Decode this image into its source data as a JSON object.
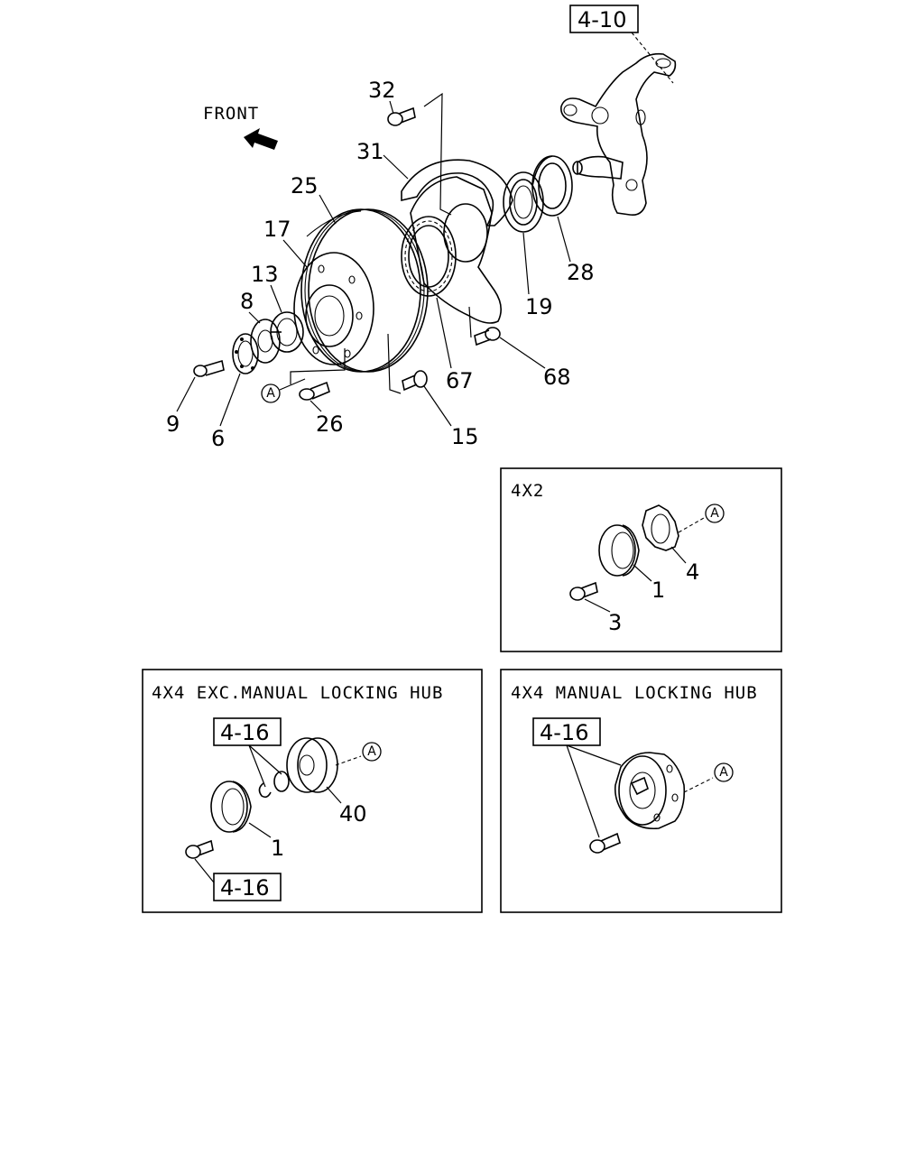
{
  "main": {
    "front_label": "FRONT",
    "ref_main": "4-10",
    "callouts": {
      "c32": "32",
      "c31": "31",
      "c25": "25",
      "c17": "17",
      "c13": "13",
      "c8": "8",
      "c9": "9",
      "c6": "6",
      "c26": "26",
      "c15": "15",
      "c67": "67",
      "c68": "68",
      "c19": "19",
      "c28": "28"
    },
    "marker_a": "A"
  },
  "panel_4x2": {
    "title": "4X2",
    "callouts": {
      "c4": "4",
      "c1": "1",
      "c3": "3"
    },
    "marker_a": "A"
  },
  "panel_4x4_exc": {
    "title": "4X4  EXC.MANUAL  LOCKING  HUB",
    "ref_top": "4-16",
    "ref_bottom": "4-16",
    "callouts": {
      "c40": "40",
      "c1": "1"
    },
    "marker_a": "A"
  },
  "panel_4x4_manual": {
    "title": "4X4  MANUAL  LOCKING  HUB",
    "ref_top": "4-16",
    "marker_a": "A"
  }
}
